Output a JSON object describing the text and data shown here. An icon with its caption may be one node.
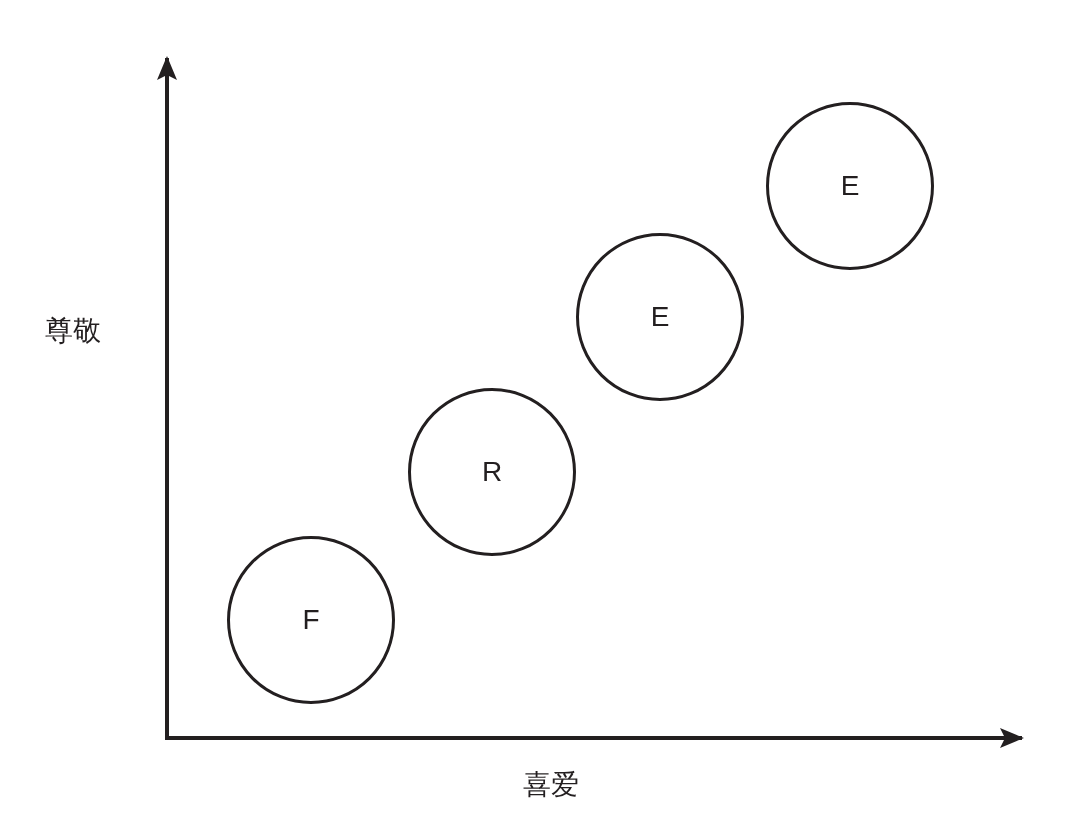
{
  "diagram": {
    "nodes": [
      {
        "text": [
          "F"
        ]
      },
      {
        "text": [
          "R"
        ]
      },
      {
        "text": [
          "E"
        ]
      },
      {
        "text": [
          "E"
        ]
      }
    ],
    "labels": [
      "尊敬",
      "喜爱"
    ]
  }
}
